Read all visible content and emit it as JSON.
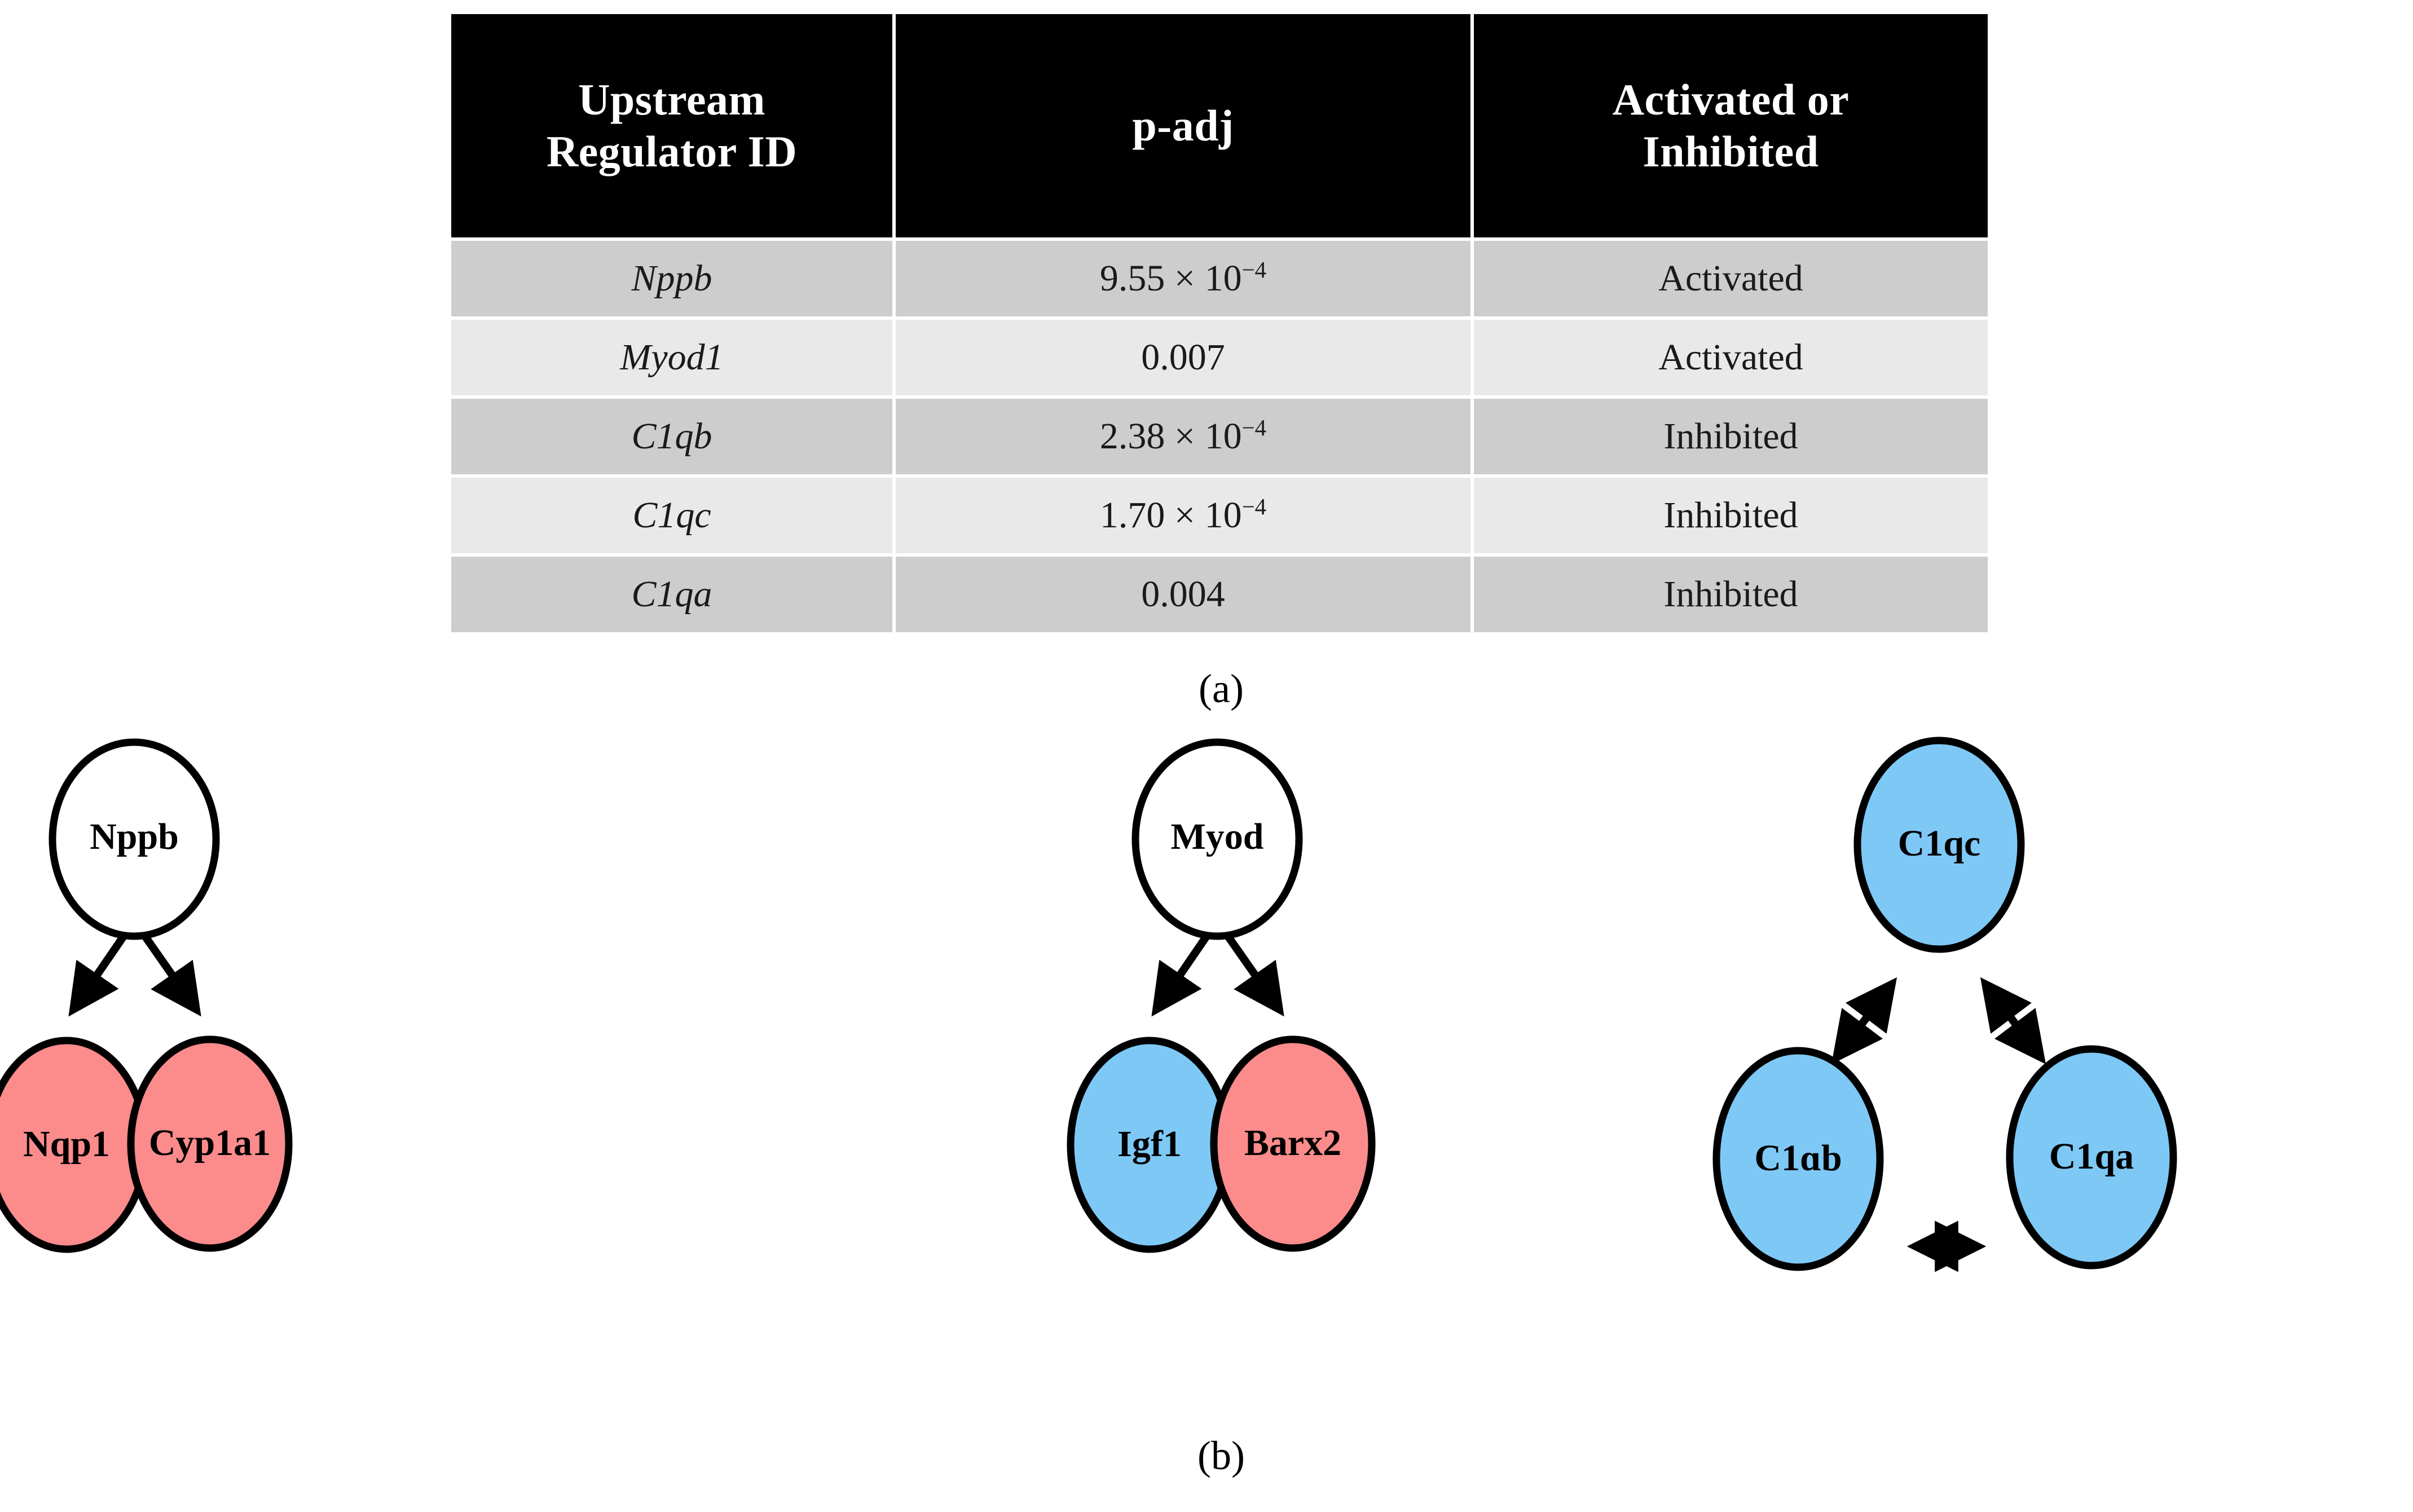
{
  "figure": {
    "panel_a_label": "(a)",
    "panel_b_label": "(b)"
  },
  "table": {
    "headers": [
      "Upstream Regulator ID",
      "p-adj",
      "Activated or Inhibited"
    ],
    "header_lines": [
      [
        "Upstream",
        "Regulator ID"
      ],
      [
        "p-adj"
      ],
      [
        "Activated or",
        "Inhibited"
      ]
    ],
    "rows": [
      {
        "gene": "Nppb",
        "padj_mantissa": "9.55 × 10",
        "padj_exp": "−4",
        "padj_plain": "9.55 × 10−4",
        "status": "Activated"
      },
      {
        "gene": "Myod1",
        "padj_mantissa": "0.007",
        "padj_exp": "",
        "padj_plain": "0.007",
        "status": "Activated"
      },
      {
        "gene": "C1qb",
        "padj_mantissa": "2.38 × 10",
        "padj_exp": "−4",
        "padj_plain": "2.38 × 10−4",
        "status": "Inhibited"
      },
      {
        "gene": "C1qc",
        "padj_mantissa": "1.70 × 10",
        "padj_exp": "−4",
        "padj_plain": "1.70 × 10−4",
        "status": "Inhibited"
      },
      {
        "gene": "C1qa",
        "padj_mantissa": "0.004",
        "padj_exp": "",
        "padj_plain": "0.004",
        "status": "Inhibited"
      }
    ],
    "colors": {
      "header_bg": "#000000",
      "header_text": "#ffffff",
      "band_dark": "#cdcdcd",
      "band_light": "#e9e9e9",
      "gap": "#ffffff"
    }
  },
  "diagram": {
    "colors": {
      "white": "#ffffff",
      "salmon": "#fc8b8b",
      "blue": "#7ec8f5",
      "outline": "#000000"
    },
    "clusters": [
      {
        "name": "nppb-cluster",
        "nodes": [
          {
            "id": "nppb",
            "label": "Nppb",
            "fill": "#ffffff"
          },
          {
            "id": "nqp1",
            "label": "Nqp1",
            "fill": "#fc8b8b"
          },
          {
            "id": "cyp1a1",
            "label": "Cyp1a1",
            "fill": "#fc8b8b"
          }
        ],
        "edges": [
          {
            "from": "nppb",
            "to": "nqp1",
            "arrow": "single"
          },
          {
            "from": "nppb",
            "to": "cyp1a1",
            "arrow": "single"
          }
        ]
      },
      {
        "name": "myod-cluster",
        "nodes": [
          {
            "id": "myod",
            "label": "Myod",
            "fill": "#ffffff"
          },
          {
            "id": "igf1",
            "label": "Igf1",
            "fill": "#7ec8f5"
          },
          {
            "id": "barx2",
            "label": "Barx2",
            "fill": "#fc8b8b"
          }
        ],
        "edges": [
          {
            "from": "myod",
            "to": "igf1",
            "arrow": "single"
          },
          {
            "from": "myod",
            "to": "barx2",
            "arrow": "single"
          }
        ]
      },
      {
        "name": "c1q-cluster",
        "nodes": [
          {
            "id": "c1qc",
            "label": "C1qc",
            "fill": "#7ec8f5"
          },
          {
            "id": "c1qb",
            "label": "C1ɑb",
            "fill": "#7ec8f5"
          },
          {
            "id": "c1qa",
            "label": "C1qa",
            "fill": "#7ec8f5"
          }
        ],
        "edges": [
          {
            "from": "c1qc",
            "to": "c1qb",
            "arrow": "double"
          },
          {
            "from": "c1qc",
            "to": "c1qa",
            "arrow": "double"
          },
          {
            "from": "c1qb",
            "to": "c1qa",
            "arrow": "double"
          }
        ]
      }
    ]
  }
}
